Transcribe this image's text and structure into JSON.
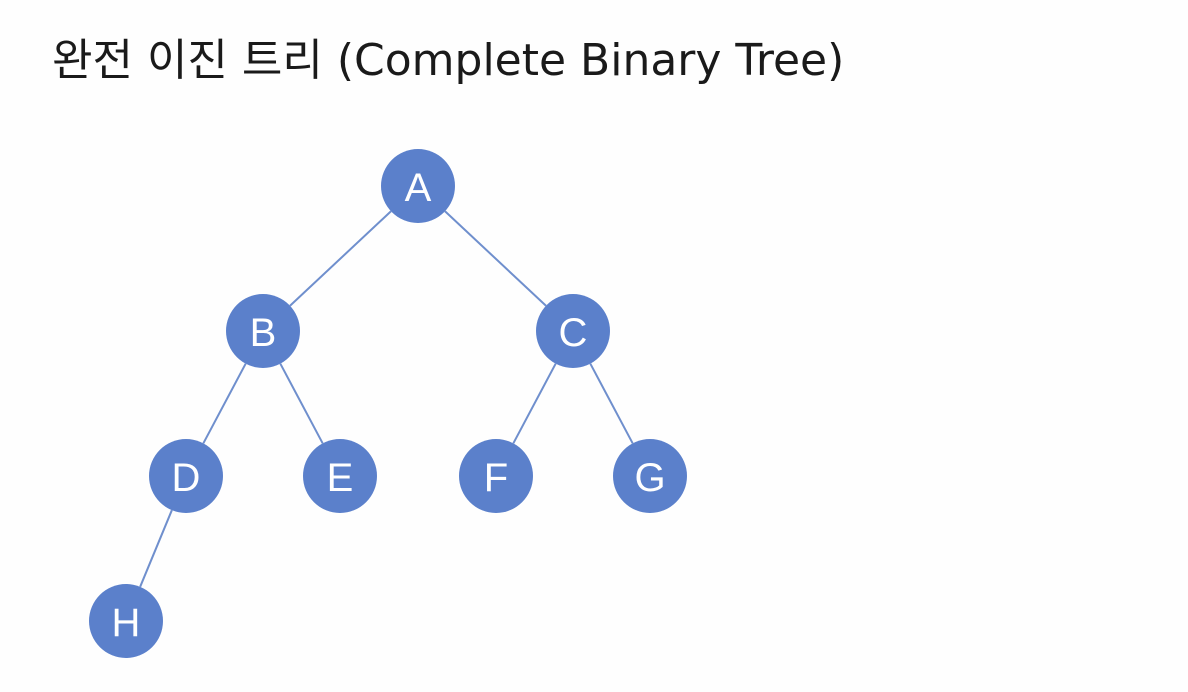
{
  "slide": {
    "title": "완전 이진 트리 (Complete Binary Tree)"
  },
  "tree": {
    "root": "A",
    "nodes": [
      {
        "id": "A",
        "label": "A",
        "children": [
          "B",
          "C"
        ]
      },
      {
        "id": "B",
        "label": "B",
        "children": [
          "D",
          "E"
        ]
      },
      {
        "id": "C",
        "label": "C",
        "children": [
          "F",
          "G"
        ]
      },
      {
        "id": "D",
        "label": "D",
        "children": [
          "H"
        ]
      },
      {
        "id": "E",
        "label": "E",
        "children": []
      },
      {
        "id": "F",
        "label": "F",
        "children": []
      },
      {
        "id": "G",
        "label": "G",
        "children": []
      },
      {
        "id": "H",
        "label": "H",
        "children": []
      }
    ],
    "colors": {
      "node_fill": "#5b80cb",
      "edge": "#6f8fcd",
      "label": "#ffffff"
    }
  }
}
